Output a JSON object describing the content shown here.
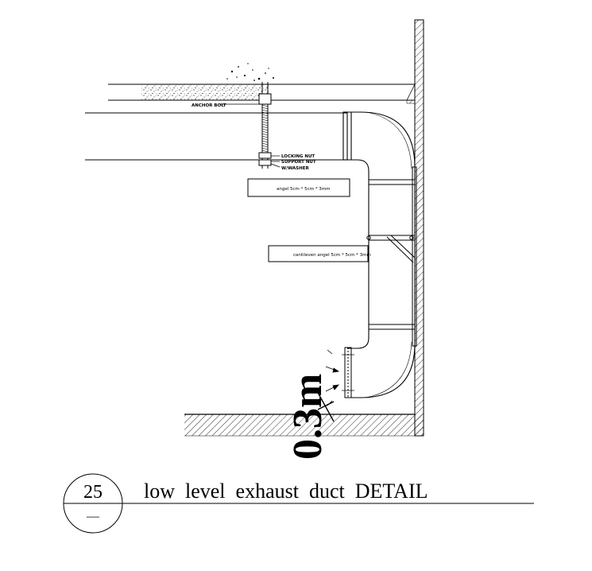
{
  "labels": {
    "anchor_bolt": "ANCHOR BOLT",
    "locking_nut": "LOCKING NUT",
    "support_nut": "SUPPORT NUT",
    "washer": "W/WASHER",
    "angle_callout": "angel 5cm * 5cm * 3mm",
    "cantilever_callout": "cantileven angel 5cm * 5cm * 3mm",
    "dimension": "0.3m"
  },
  "title_block": {
    "number": "25",
    "sub": "—",
    "title": "low  level  exhaust  duct  DETAIL"
  }
}
